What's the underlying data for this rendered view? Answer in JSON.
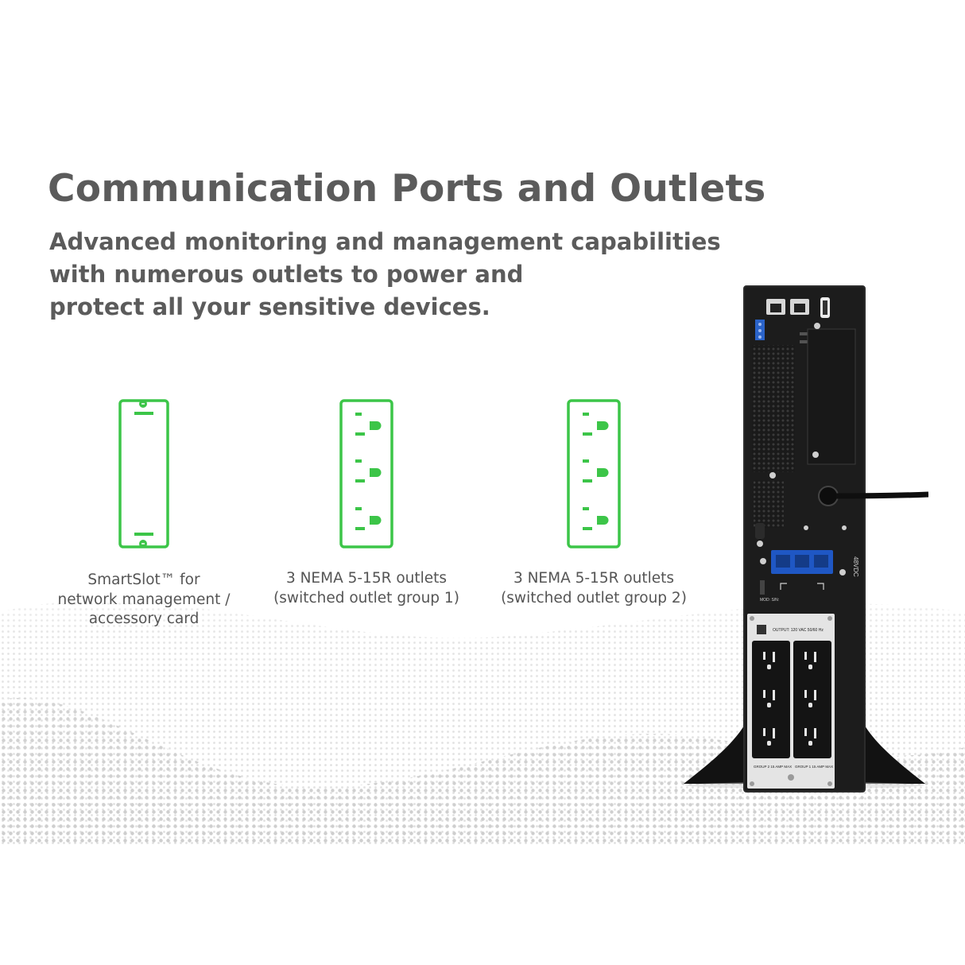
{
  "header": {
    "title": "Communication Ports and Outlets",
    "subtitle_lines": [
      "Advanced monitoring and management capabilities",
      "with numerous outlets to power and",
      "protect all your sensitive devices."
    ]
  },
  "features": [
    {
      "icon": "smartslot-card-icon",
      "caption_lines": [
        "SmartSlot™ for",
        "network management /",
        "accessory card"
      ]
    },
    {
      "icon": "nema-outlet-strip-icon",
      "caption_lines": [
        "3 NEMA 5-15R outlets",
        "(switched outlet group 1)"
      ]
    },
    {
      "icon": "nema-outlet-strip-icon",
      "caption_lines": [
        "3 NEMA 5-15R outlets",
        "(switched outlet group 2)"
      ]
    }
  ],
  "product": {
    "side_label": "48VDC",
    "panel_label": "OUTPUT: 120 VAC 50/60 Hz",
    "group2_label": "GROUP 2 15 AMP MAX",
    "group1_label": "GROUP 1 15 AMP MAX",
    "model_label": "MOD: S/N:"
  },
  "colors": {
    "accent_green": "#3cc548",
    "text_gray": "#5b5b5b",
    "device_black": "#1c1c1c",
    "panel_gray": "#e4e4e4",
    "port_blue": "#2a63c9"
  }
}
